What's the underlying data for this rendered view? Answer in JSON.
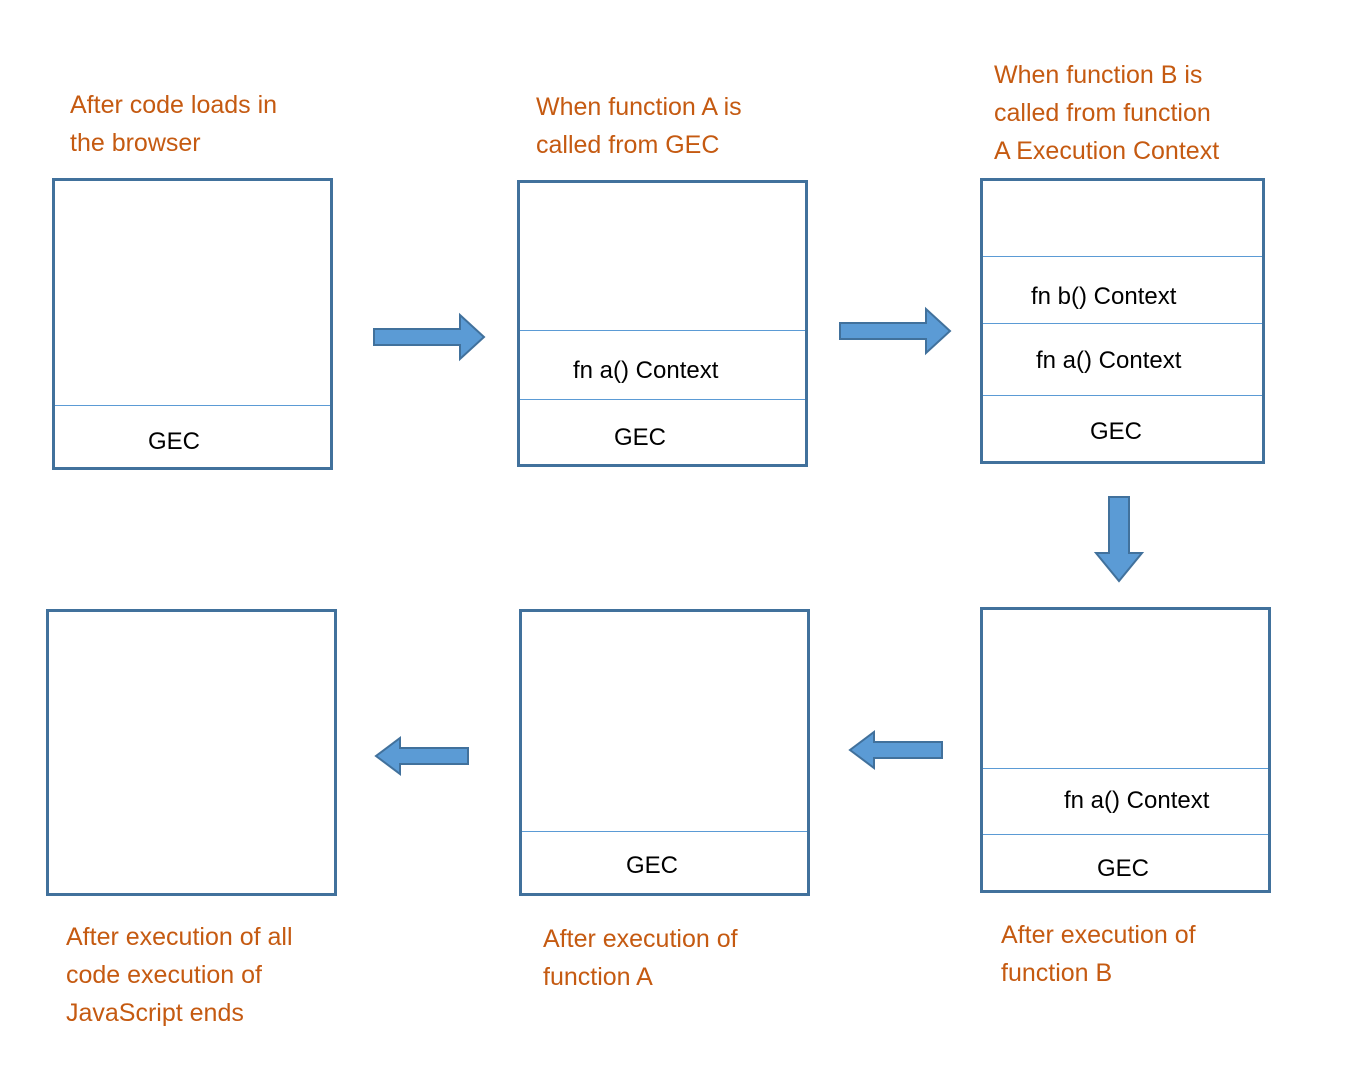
{
  "colors": {
    "caption": "#C55A11",
    "box_border": "#41719C",
    "divider": "#5B9BD5",
    "arrow_fill": "#5B9BD5",
    "arrow_stroke": "#41719C"
  },
  "stages": [
    {
      "caption": [
        "After code loads in",
        "the browser"
      ],
      "frames": [
        "GEC"
      ]
    },
    {
      "caption": [
        "When function A is",
        "called from GEC"
      ],
      "frames": [
        "fn a() Context",
        "GEC"
      ]
    },
    {
      "caption": [
        "When function B is",
        "called from function",
        "A Execution Context"
      ],
      "frames": [
        "fn b() Context",
        "fn a() Context",
        "GEC"
      ]
    },
    {
      "caption": [
        "After execution of",
        "function B"
      ],
      "frames": [
        "fn a() Context",
        "GEC"
      ]
    },
    {
      "caption": [
        "After execution of",
        "function A"
      ],
      "frames": [
        "GEC"
      ]
    },
    {
      "caption": [
        "After execution of all",
        "code execution of",
        "JavaScript ends"
      ],
      "frames": []
    }
  ],
  "arrows": [
    {
      "direction": "right",
      "icon": "arrow-right-icon"
    },
    {
      "direction": "right",
      "icon": "arrow-right-icon"
    },
    {
      "direction": "down",
      "icon": "arrow-down-icon"
    },
    {
      "direction": "left",
      "icon": "arrow-left-icon"
    },
    {
      "direction": "left",
      "icon": "arrow-left-icon"
    }
  ]
}
